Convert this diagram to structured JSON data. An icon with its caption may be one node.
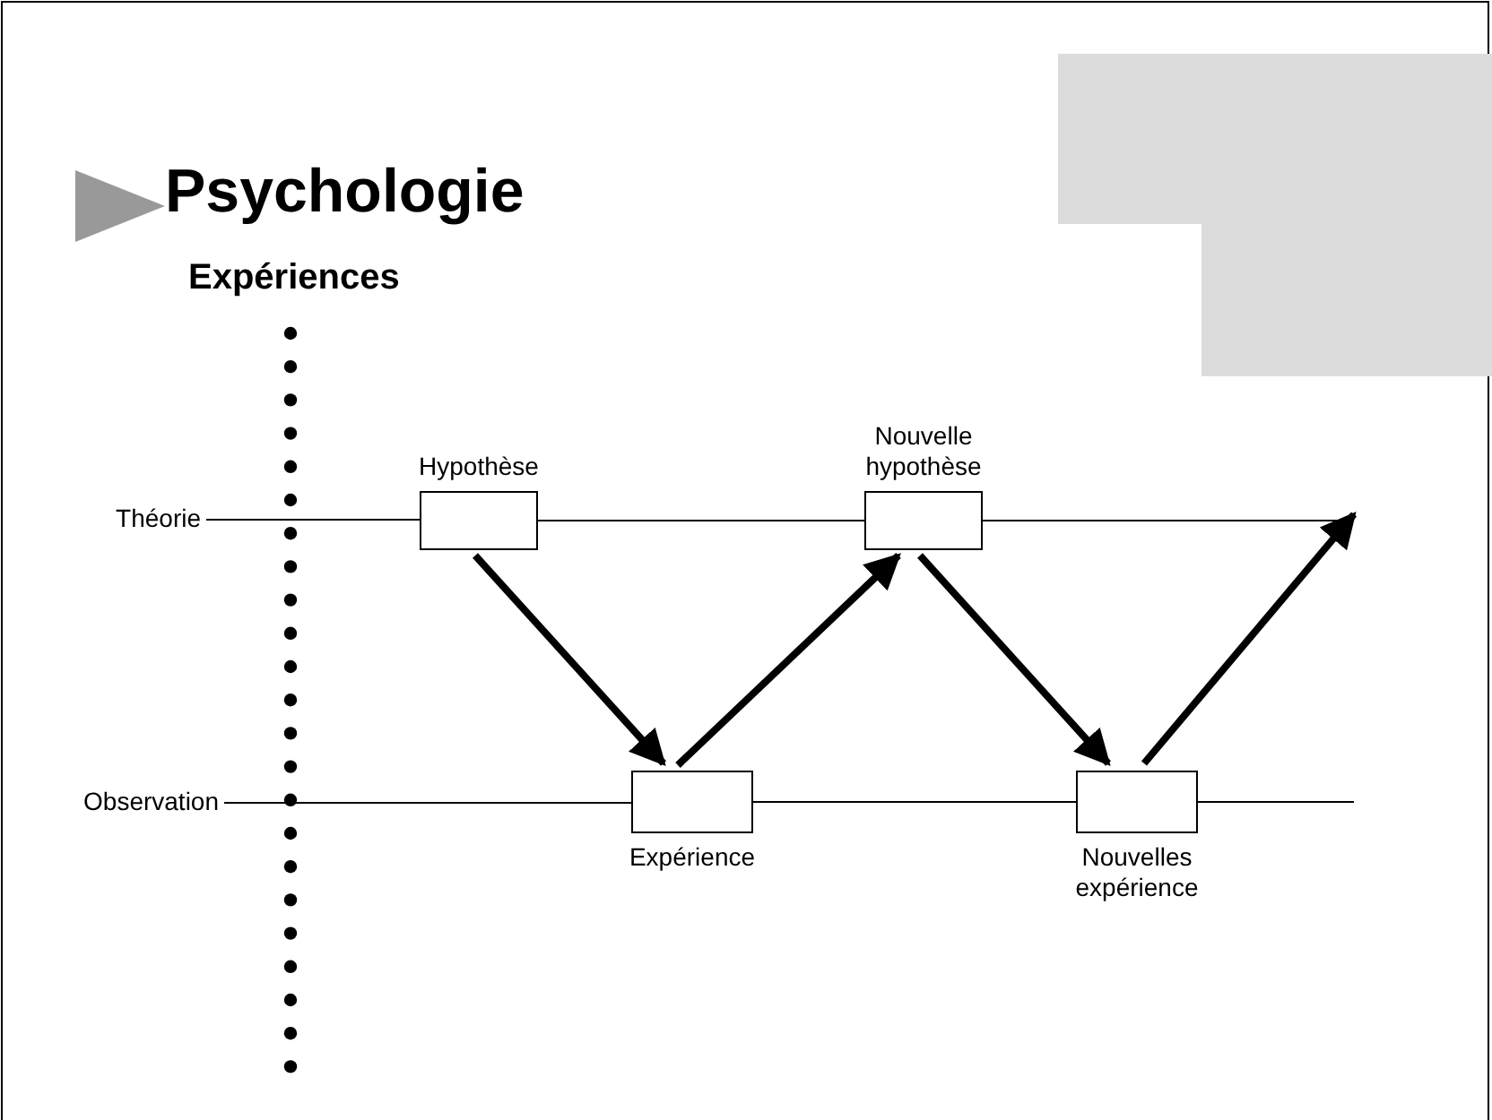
{
  "diagram": {
    "title": "Psychologie",
    "nodes": [
      {
        "text": [
          "Théorie"
        ]
      },
      {
        "text": [
          "Observation"
        ]
      },
      {
        "text": [
          "Hypothèse"
        ]
      },
      {
        "text": [
          "Nouvelle hypothèse"
        ]
      },
      {
        "text": [
          "Expérience"
        ]
      },
      {
        "text": [
          "Nouvelles expérience"
        ]
      }
    ],
    "edges": [
      {
        "from": 0,
        "to": 2,
        "arrow": "none"
      },
      {
        "from": 2,
        "to": 3,
        "arrow": "none"
      },
      {
        "from": 3,
        "to": null,
        "arrow": "none"
      },
      {
        "from": 1,
        "to": 4,
        "arrow": "none"
      },
      {
        "from": 4,
        "to": 5,
        "arrow": "none"
      },
      {
        "from": 5,
        "to": null,
        "arrow": "none"
      },
      {
        "from": 2,
        "to": 4,
        "arrow": "to",
        "style": "thick"
      },
      {
        "from": 4,
        "to": 3,
        "arrow": "to",
        "style": "thick"
      },
      {
        "from": 3,
        "to": 5,
        "arrow": "to",
        "style": "thick"
      },
      {
        "from": 5,
        "to": null,
        "arrow": "to",
        "style": "thick"
      }
    ],
    "labels": [
      "Expériences"
    ]
  }
}
